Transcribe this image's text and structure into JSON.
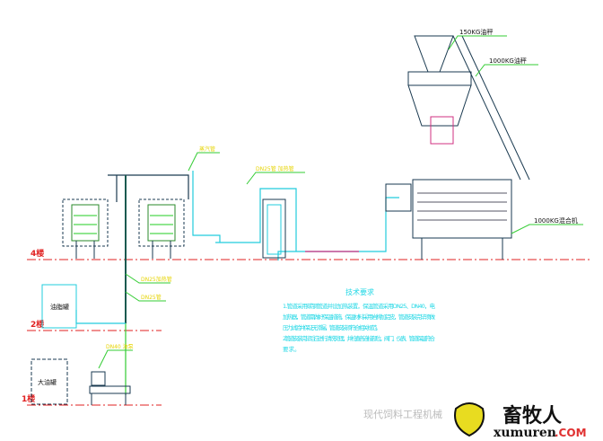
{
  "floors": {
    "f4": "4楼",
    "f2": "2楼",
    "f1": "1楼"
  },
  "tanks": {
    "small_tank": "油脂罐",
    "large_tank": "大油罐"
  },
  "callouts": {
    "scale_150": "150KG油秤",
    "scale_1000": "1000KG油秤",
    "mixer_1000": "1000KG混合机",
    "steam": "蒸汽管",
    "pump_pipe": "DN25管 加热管",
    "pipe_a": "DN25加热管",
    "pipe_b": "DN25管",
    "pump": "DN40 油泵"
  },
  "requirements": {
    "title": "技术要求",
    "lines": [
      "1.管道采用碳钢管道并设加热装置，保温管道采用DN25、DN40，电",
      "加热器，管道需做好保温措施，保温材料采用岩棉加铝皮，管道安装完毕须做",
      "压力试验并保证无渗漏，管道安装须符合相关规范。",
      "2.管道安装完毕后应进行清洗处理，并检查各连接部位，阀门、仪表、管道保温符合",
      "要求。"
    ]
  },
  "watermark": {
    "text": "现代饲料工程机械",
    "logo_cn": "畜牧人",
    "logo_en": "xumuren",
    "logo_com": ".COM"
  }
}
